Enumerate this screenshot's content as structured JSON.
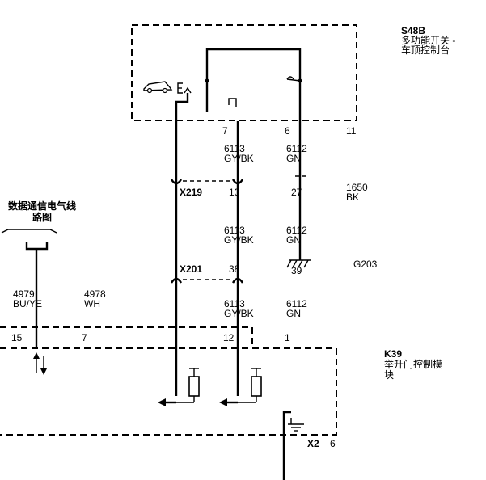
{
  "components": {
    "switch": {
      "id": "S48B",
      "name_line1": "多功能开关 -",
      "name_line2": "车顶控制台",
      "pins": [
        "7",
        "6",
        "11"
      ]
    },
    "module": {
      "id": "K39",
      "name_line1": "举升门控制模",
      "name_line2": "块",
      "pins": [
        "15",
        "7",
        "12",
        "1"
      ],
      "connector": "X2",
      "connector_pin": "6"
    },
    "data_link": {
      "line1": "数据通信电气线",
      "line2": "路图"
    }
  },
  "connectors": {
    "x219": {
      "id": "X219",
      "pin": "13"
    },
    "x201": {
      "id": "X201",
      "pin": "38"
    },
    "pin27": "27",
    "pin39": "39"
  },
  "wires": {
    "w1_seg1": {
      "circuit": "6113",
      "color": "GY/BK"
    },
    "w2_seg1": {
      "circuit": "6112",
      "color": "GN"
    },
    "w1_seg2": {
      "circuit": "6113",
      "color": "GY/BK"
    },
    "w2_seg2": {
      "circuit": "6112",
      "color": "GN"
    },
    "w1_seg3": {
      "circuit": "6113",
      "color": "GY/BK"
    },
    "w2_seg3": {
      "circuit": "6112",
      "color": "GN"
    },
    "w3": {
      "circuit": "1650",
      "color": "BK"
    },
    "bus1": {
      "circuit": "4979",
      "color": "BU/YE"
    },
    "bus2": {
      "circuit": "4978",
      "color": "WH"
    }
  },
  "ground": {
    "id": "G203"
  }
}
